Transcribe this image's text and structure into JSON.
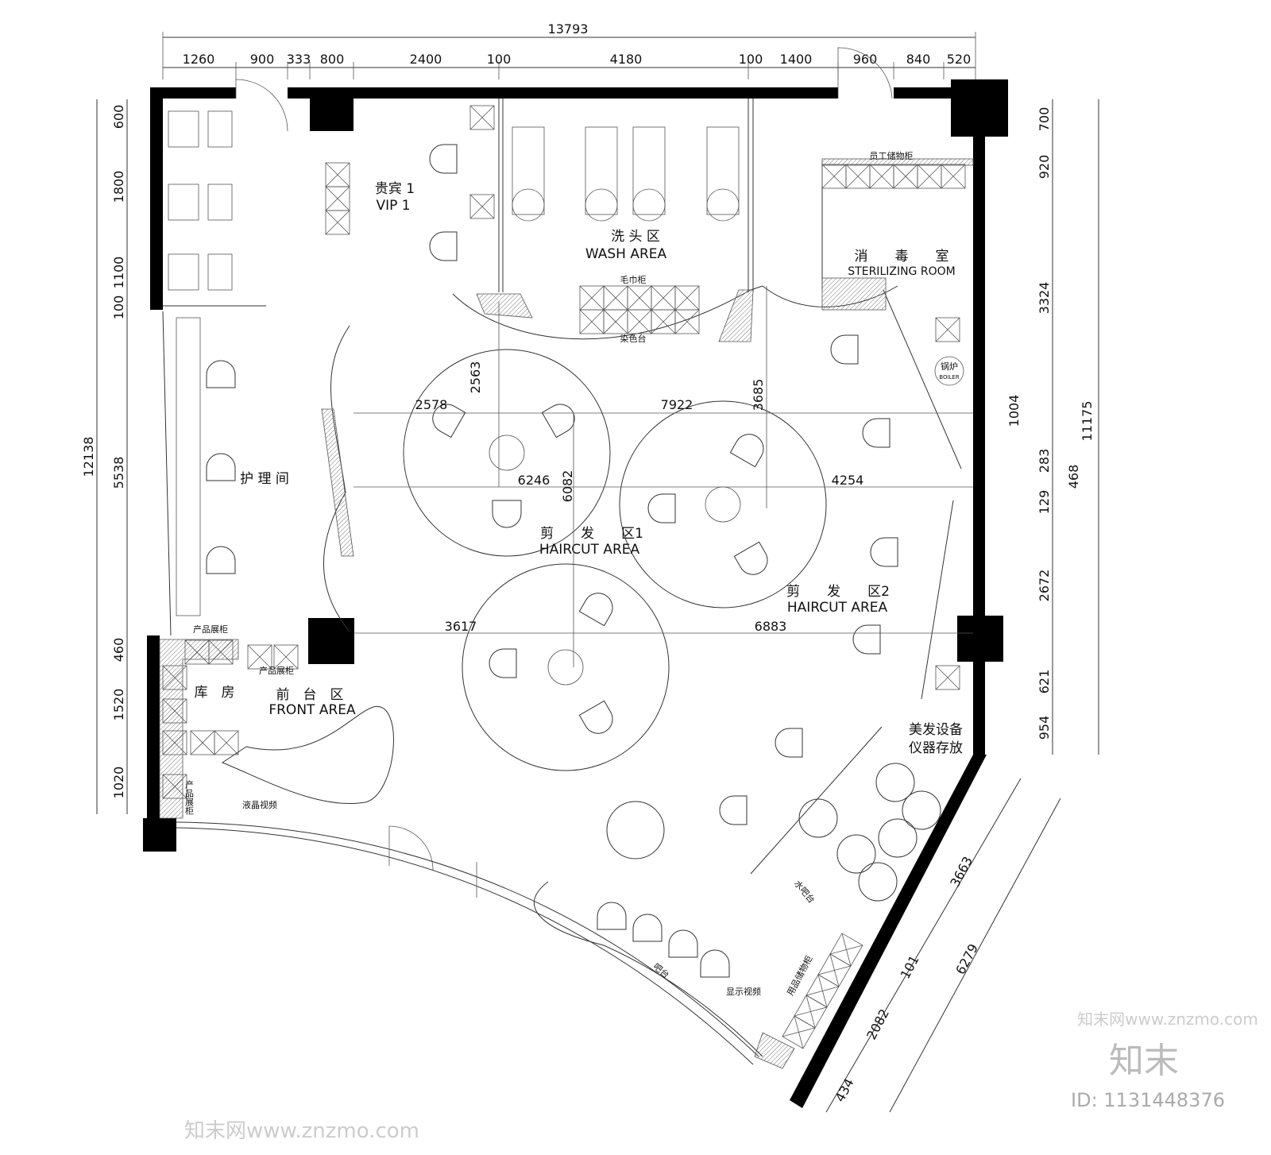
{
  "dimensions": {
    "top_total": "13793",
    "top_segments": [
      "1260",
      "900",
      "333",
      "800",
      "2400",
      "100",
      "4180",
      "100",
      "1400",
      "960",
      "840",
      "520"
    ],
    "left_total": "12138",
    "left_segments": [
      "600",
      "1800",
      "1100",
      "100",
      "5538",
      "460",
      "1520",
      "1020"
    ],
    "right_total": "11175",
    "right_segments": [
      "700",
      "920",
      "3324",
      "1004",
      "283",
      "129",
      "2672",
      "621",
      "954"
    ],
    "right_extra": "468",
    "diagonal": [
      "3663",
      "6279",
      "101",
      "2082",
      "434"
    ],
    "interior": [
      "2563",
      "2578",
      "7922",
      "3685",
      "6246",
      "6082",
      "4254",
      "3617",
      "6883"
    ]
  },
  "rooms": {
    "vip_cn": "贵宾 1",
    "vip_en": "VIP 1",
    "wash_cn": "洗 头 区",
    "wash_en": "WASH AREA",
    "sterilizing_cn": "消　　毒　　室",
    "sterilizing_en": "STERILIZING ROOM",
    "care_cn": "护 理 间",
    "haircut1_cn": "剪　　发　　区1",
    "haircut1_en": "HAIRCUT AREA",
    "haircut2_cn": "剪　　发　　区2",
    "haircut2_en": "HAIRCUT AREA",
    "storage_cn": "库　房",
    "front_cn": "前　台　区",
    "front_en": "FRONT AREA",
    "equipment_cn_1": "美发设备",
    "equipment_cn_2": "仪器存放"
  },
  "fixtures": {
    "staff_lockers": "员工储物柜",
    "towel_cabinet": "毛巾柜",
    "dye_table": "染色台",
    "boiler_cn": "锅炉",
    "boiler_en": "BOILER",
    "product_cabinet_1": "产品展柜",
    "product_cabinet_2": "产品展柜",
    "product_cabinet_3": "产品展柜",
    "lcd_video": "液晶视频",
    "water_bar": "水吧台",
    "supplies_cabinet": "用品储物柜",
    "bar_counter": "吧台",
    "display_video": "显示视频"
  },
  "watermark": {
    "logo": "知末",
    "id": "ID: 1131448376",
    "site": "知末网www.znzmo.com"
  }
}
